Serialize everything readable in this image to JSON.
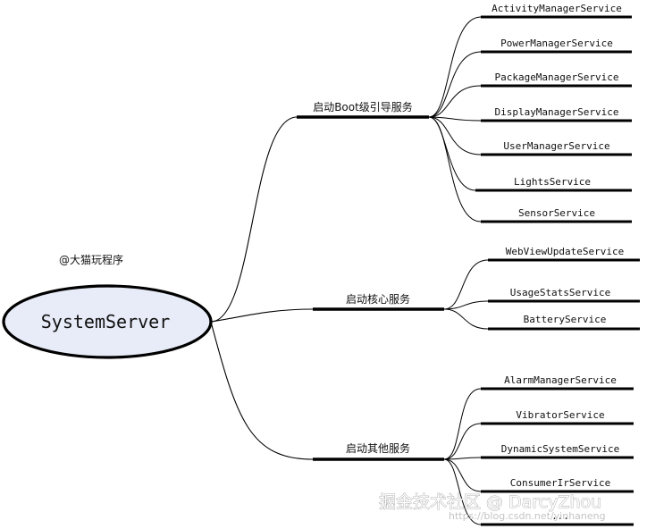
{
  "author": "@大猫玩程序",
  "root": {
    "label": "SystemServer"
  },
  "branches": [
    {
      "label": "启动Boot级引导服务",
      "children": [
        "ActivityManagerService",
        "PowerManagerService",
        "PackageManagerService",
        "DisplayManagerService",
        "UserManagerService",
        "LightsService",
        "SensorService"
      ]
    },
    {
      "label": "启动核心服务",
      "children": [
        "WebViewUpdateService",
        "UsageStatsService",
        "BatteryService"
      ]
    },
    {
      "label": "启动其他服务",
      "children": [
        "AlarmManagerService",
        "VibratorService",
        "DynamicSystemService",
        "ConsumerIrService",
        "..."
      ]
    }
  ],
  "watermark": {
    "text": "掘金技术社区 @ DarcyZhou",
    "url": "https://blog.csdn.net/yinhaneng"
  },
  "colors": {
    "root_fill": "#e8ecf8",
    "line": "#000000",
    "watermark_stroke": "#9a9a9a"
  }
}
